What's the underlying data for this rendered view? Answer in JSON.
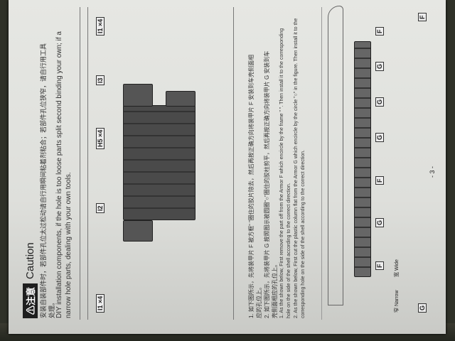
{
  "caution": {
    "badge": "⚠注意",
    "title": "Caution",
    "zh_line1": "安装自装部件时，若部件孔位太过松动请自行用瞬间粘着剂粘合；若部件孔位狭窄，请自行用工具",
    "zh_line2": "处理。",
    "en_line1": "DIY installation components, if the hole is too loose parts split second binding your own; if a",
    "en_line2": "narrow hole parts, dealing with your own tools."
  },
  "labels": [
    "I1 ×4",
    "I2",
    "H5 ×4",
    "I3",
    "I1 ×4",
    "F",
    "G",
    "F",
    "G",
    "G",
    "G",
    "F",
    "G",
    "F"
  ],
  "instructions": {
    "zh1a": "1. 如下图所示，先将装甲片 F 被方框“ ”圈住的胶片除去，然后再按正确方向将装甲片 F 安装到车壳侧面相",
    "zh1b": "应的孔位上。",
    "zh2a": "2. 如下图所示，先将装甲片 G 按照图示被圆圈“○”圈住的胶柱剪平，然后再按正确方向将装甲片 G 安装到车",
    "zh2b": "壳侧面相应的孔位上。",
    "en1a": "1. As the shown below, First remove the part off from the Armor F which encircle by the frame \" \". Then install it to the corresponding",
    "en1b": "hole on the side of the shell according to the correct direction.",
    "en2a": "2. As the shown below, First cut the plastic column flat from the Armor G which encircle by the circle \"○\" in the figure. Then install it to the",
    "en2b": "corresponding hole on the side of the shell according to the correct direction."
  },
  "detail_labels": {
    "narrow": "窄 Narrow",
    "wide": "宽 Wide"
  },
  "page_number": "- 3 -"
}
